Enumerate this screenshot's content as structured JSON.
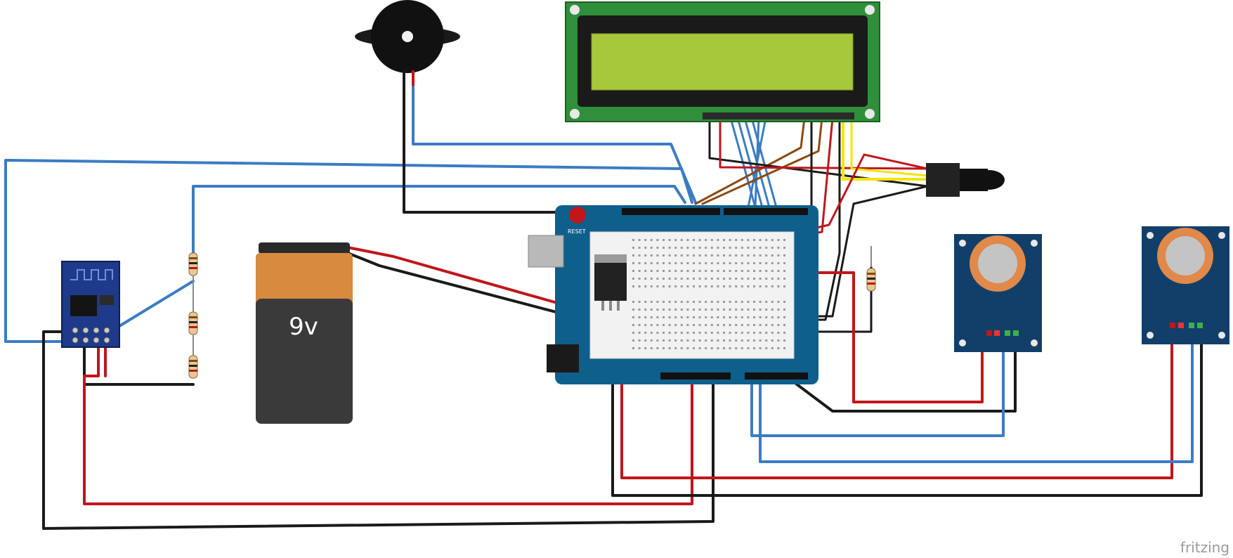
{
  "battery": {
    "label": "9v"
  },
  "arduino": {
    "reset_label": "RESET"
  },
  "watermark": {
    "text": "fritzing"
  },
  "colors": {
    "wire_red": "#c0161c",
    "wire_black": "#1a1a1a",
    "wire_blue": "#3b7cc4",
    "wire_brown": "#8a4a12",
    "wire_yellow": "#f2e600",
    "pcb_blue": "#0f5f8c",
    "lcd_green": "#2f8f3a",
    "lcd_screen": "#a6c83a",
    "battery_orange": "#d88a3e",
    "battery_body": "#3a3a3a",
    "sensor_ring": "#e0894a",
    "sensor_board": "#123f69",
    "esp_board": "#1e3a8a"
  },
  "components": [
    {
      "id": "esp8266",
      "icon": "wifi-module-icon"
    },
    {
      "id": "buzzer",
      "icon": "buzzer-icon"
    },
    {
      "id": "lcd-16x2",
      "icon": "lcd-icon"
    },
    {
      "id": "potentiometer",
      "icon": "potentiometer-icon"
    },
    {
      "id": "arduino-uno",
      "icon": "microcontroller-icon"
    },
    {
      "id": "gas-sensor-1",
      "icon": "gas-sensor-icon"
    },
    {
      "id": "gas-sensor-2",
      "icon": "gas-sensor-icon"
    },
    {
      "id": "resistor-divider",
      "icon": "resistor-icon"
    }
  ]
}
